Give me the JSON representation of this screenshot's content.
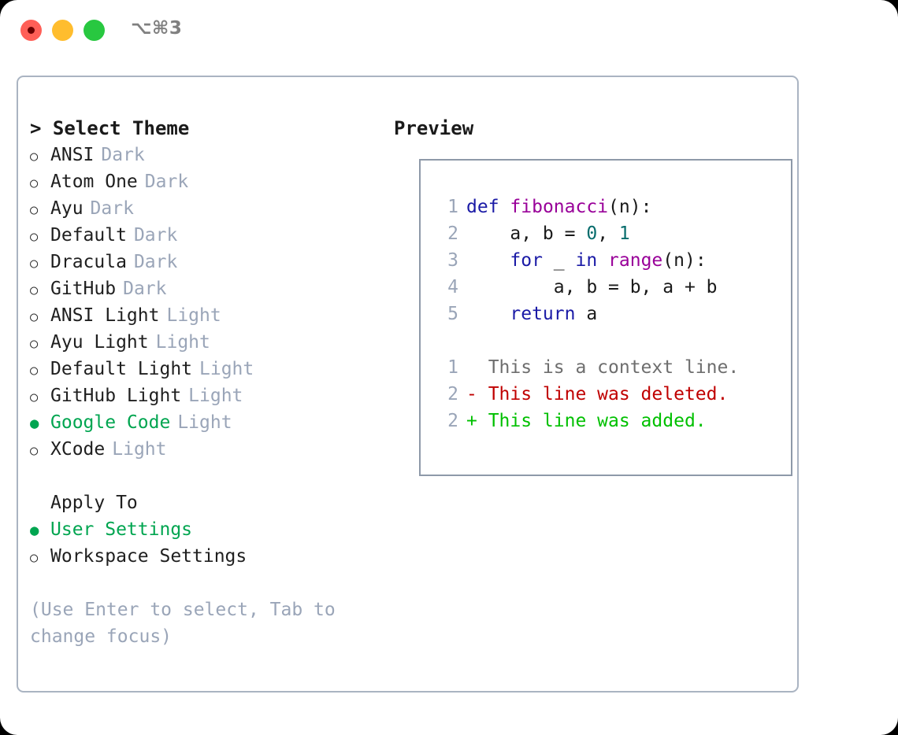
{
  "window": {
    "shortcut": "⌥⌘3",
    "traffic_lights": [
      {
        "name": "close",
        "color": "#ff5f57"
      },
      {
        "name": "minimize",
        "color": "#ffbd2e"
      },
      {
        "name": "maximize",
        "color": "#28c840"
      }
    ]
  },
  "theme_panel": {
    "title": "> Select Theme",
    "items": [
      {
        "marker": "○",
        "label": "ANSI",
        "tag": "Dark",
        "selected": false
      },
      {
        "marker": "○",
        "label": "Atom One",
        "tag": "Dark",
        "selected": false
      },
      {
        "marker": "○",
        "label": "Ayu",
        "tag": "Dark",
        "selected": false
      },
      {
        "marker": "○",
        "label": "Default",
        "tag": "Dark",
        "selected": false
      },
      {
        "marker": "○",
        "label": "Dracula",
        "tag": "Dark",
        "selected": false
      },
      {
        "marker": "○",
        "label": "GitHub",
        "tag": "Dark",
        "selected": false
      },
      {
        "marker": "○",
        "label": "ANSI Light",
        "tag": "Light",
        "selected": false
      },
      {
        "marker": "○",
        "label": "Ayu Light",
        "tag": "Light",
        "selected": false
      },
      {
        "marker": "○",
        "label": "Default Light",
        "tag": "Light",
        "selected": false
      },
      {
        "marker": "○",
        "label": "GitHub Light",
        "tag": "Light",
        "selected": false
      },
      {
        "marker": "●",
        "label": "Google Code",
        "tag": "Light",
        "selected": true
      },
      {
        "marker": "○",
        "label": "XCode",
        "tag": "Light",
        "selected": false
      }
    ]
  },
  "apply_to": {
    "title": "Apply To",
    "items": [
      {
        "marker": "●",
        "label": "User Settings",
        "selected": true
      },
      {
        "marker": "○",
        "label": "Workspace Settings",
        "selected": false
      }
    ]
  },
  "hint": "(Use Enter to select, Tab to change focus)",
  "preview": {
    "title": "Preview",
    "code_lines": [
      {
        "ln": "1",
        "tokens": [
          {
            "t": "def",
            "c": "kw"
          },
          {
            "t": " ",
            "c": "punc"
          },
          {
            "t": "fibonacci",
            "c": "fn"
          },
          {
            "t": "(n):",
            "c": "punc"
          }
        ]
      },
      {
        "ln": "2",
        "tokens": [
          {
            "t": "    a, b = ",
            "c": "punc"
          },
          {
            "t": "0",
            "c": "num"
          },
          {
            "t": ", ",
            "c": "punc"
          },
          {
            "t": "1",
            "c": "num"
          }
        ]
      },
      {
        "ln": "3",
        "tokens": [
          {
            "t": "    ",
            "c": "punc"
          },
          {
            "t": "for",
            "c": "kw"
          },
          {
            "t": " _ ",
            "c": "punc"
          },
          {
            "t": "in",
            "c": "kw"
          },
          {
            "t": " ",
            "c": "punc"
          },
          {
            "t": "range",
            "c": "fn"
          },
          {
            "t": "(n):",
            "c": "punc"
          }
        ]
      },
      {
        "ln": "4",
        "tokens": [
          {
            "t": "        a, b = b, a + b",
            "c": "punc"
          }
        ]
      },
      {
        "ln": "5",
        "tokens": [
          {
            "t": "    ",
            "c": "punc"
          },
          {
            "t": "return",
            "c": "kw"
          },
          {
            "t": " a",
            "c": "punc"
          }
        ]
      }
    ],
    "diff_lines": [
      {
        "ln": "1",
        "prefix": "  ",
        "text": "This is a context line.",
        "kind": "ctx"
      },
      {
        "ln": "2",
        "prefix": "- ",
        "text": "This line was deleted.",
        "kind": "del"
      },
      {
        "ln": "2",
        "prefix": "+ ",
        "text": "This line was added.",
        "kind": "add"
      }
    ]
  },
  "colors": {
    "accent_green": "#00a550",
    "muted": "#9aa5b8",
    "border": "#aab4c2",
    "preview_border": "#8e99a9",
    "keyword": "#1a1aa6",
    "function": "#990099",
    "number": "#066c6c",
    "diff_delete": "#c00000",
    "diff_add": "#00c000",
    "diff_context": "#6e6e6e"
  }
}
